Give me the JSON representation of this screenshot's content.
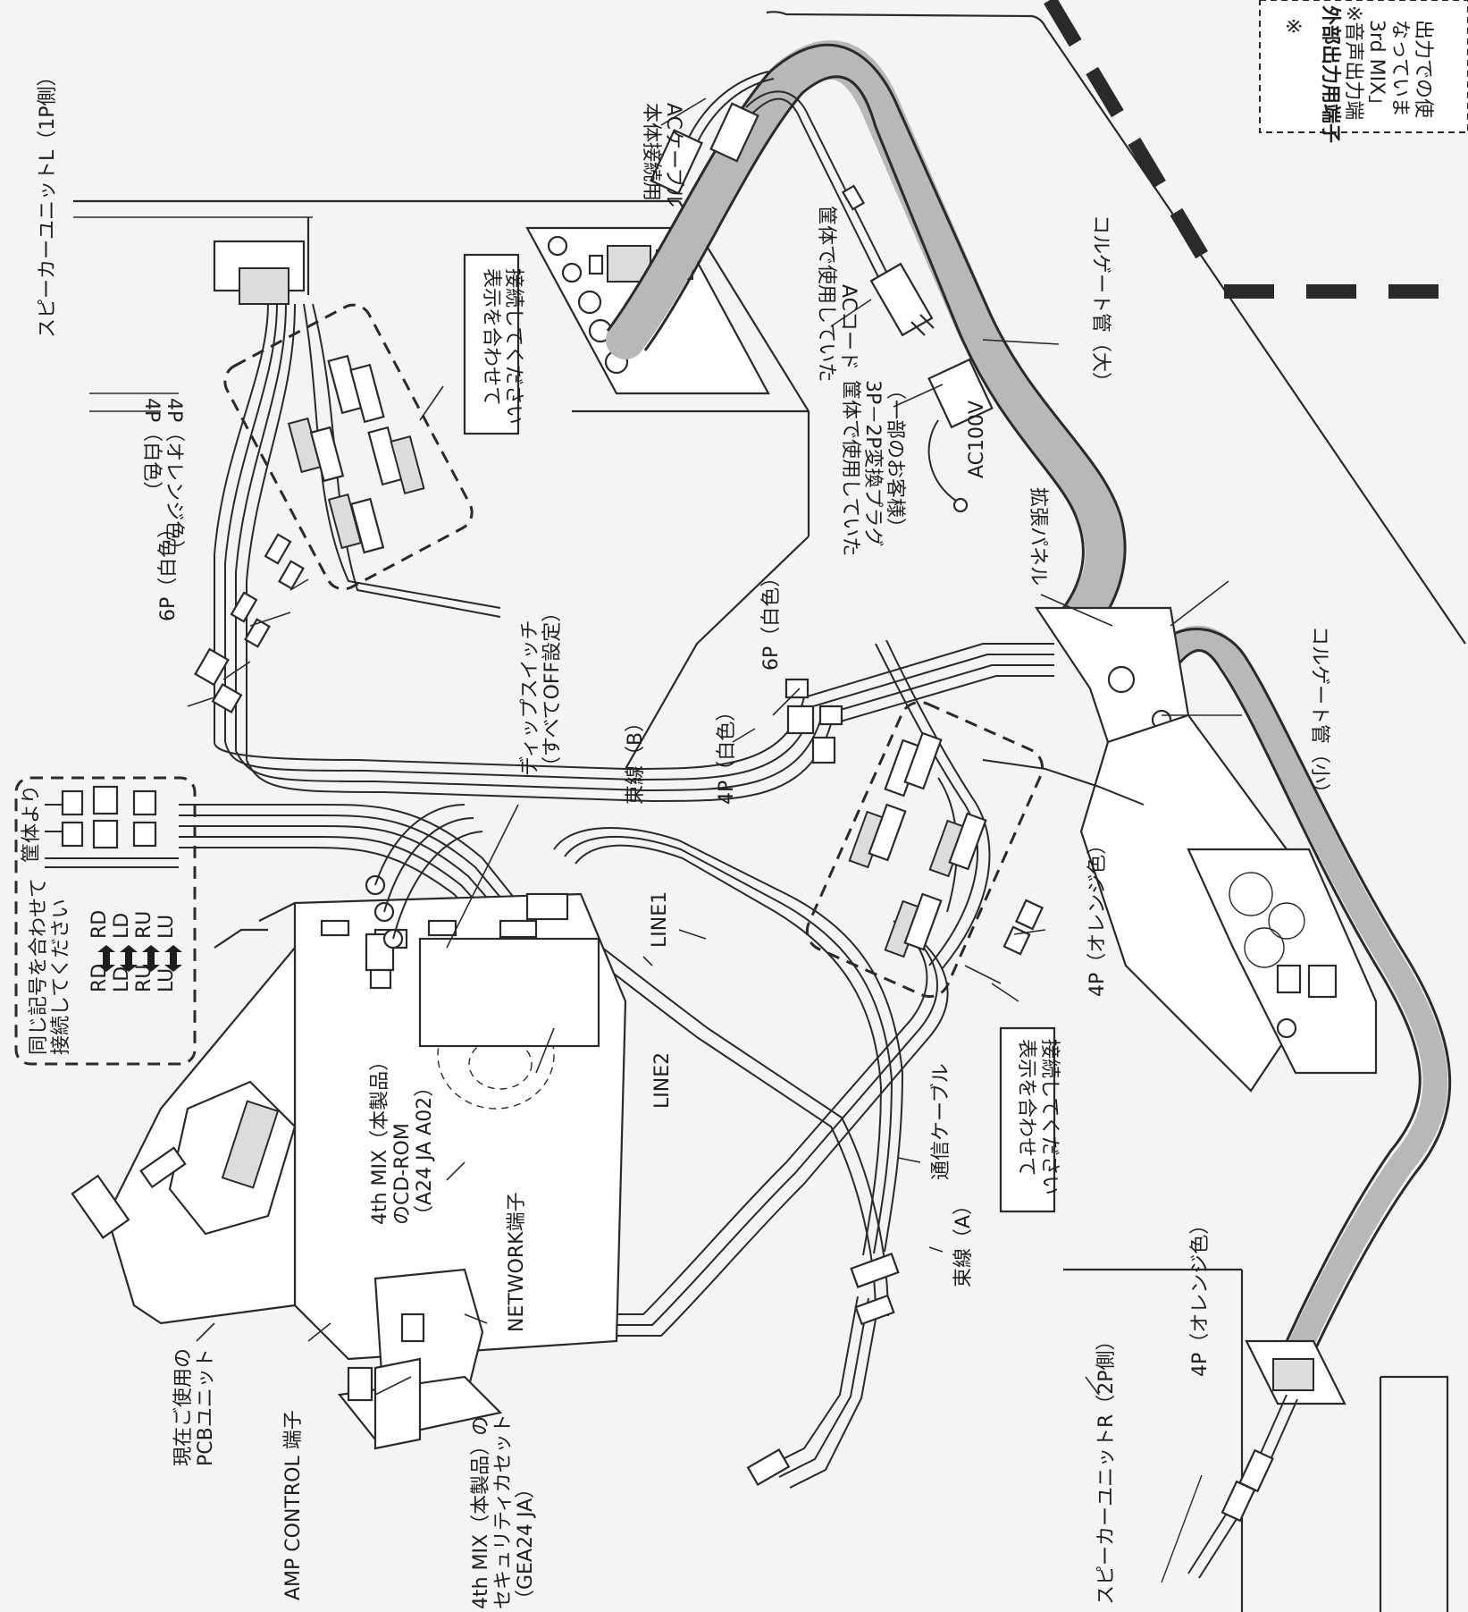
{
  "labels": {
    "speaker_left": "スピーカーユニットL（1P側）",
    "speaker_right": "スピーカーユニットR（2P側）",
    "note_mark": "※",
    "note_title": "外部出力用端子",
    "note_line1": "※音声出力端",
    "note_line2": "3rd MIX」",
    "note_line3": "なっていま",
    "note_line4": "出力での使",
    "ac_cable_1": "本体接続用",
    "ac_cable_2": "ACケーブル",
    "ac_cord_1": "筐体で使用していた",
    "ac_cord_2": "ACコード",
    "plug_1": "筐体で使用していた",
    "plug_2": "3P－2P変換プラグ",
    "plug_3": "（一部のお客様）",
    "ac100v": "AC100V",
    "corrugate_large": "コルゲート管（大）",
    "corrugate_small": "コルゲート管（小）",
    "expansion_panel": "拡張パネル",
    "match_1_line1": "表示を合わせて",
    "match_1_line2": "接続してください",
    "match_2_line1": "表示を合わせて",
    "match_2_line2": "接続してください",
    "con_4p_orange_left": "4P（オレンジ色）",
    "con_4p_white_left": "4P（白色）",
    "con_6p_white_left": "6P（白色）",
    "con_6p_white_right": "6P（白色）",
    "con_4p_white_right": "4P（白色）",
    "con_4p_orange_mid": "4P（オレンジ色）",
    "con_4p_orange_right": "4P（オレンジ色）",
    "dip_1": "ディップスイッチ",
    "dip_2": "（すべてOFF設定）",
    "bundle_b": "束線（B）",
    "bundle_a": "束線（A）",
    "line1": "LINE1",
    "line2": "LINE2",
    "comm_cable": "通信ケーブル",
    "same_1": "同じ記号を合わせて",
    "same_2": "接続してください",
    "from_cabinet": "筐体より",
    "pair_left": [
      "RD",
      "LD",
      "RU",
      "LU"
    ],
    "pair_right": [
      "RD",
      "LD",
      "RU",
      "LU"
    ],
    "cdrom_1": "4th MIX（本製品）",
    "cdrom_2": "のCD-ROM",
    "cdrom_3": "（A24 JA A02）",
    "network": "NETWORK端子",
    "pcb_1": "現在ご使用の",
    "pcb_2": "PCBユニット",
    "amp": "AMP CONTROL 端子",
    "sec_1": "4th MIX（本製品）の",
    "sec_2": "セキュリティカセット",
    "sec_3": "（GEA24 JA）"
  }
}
